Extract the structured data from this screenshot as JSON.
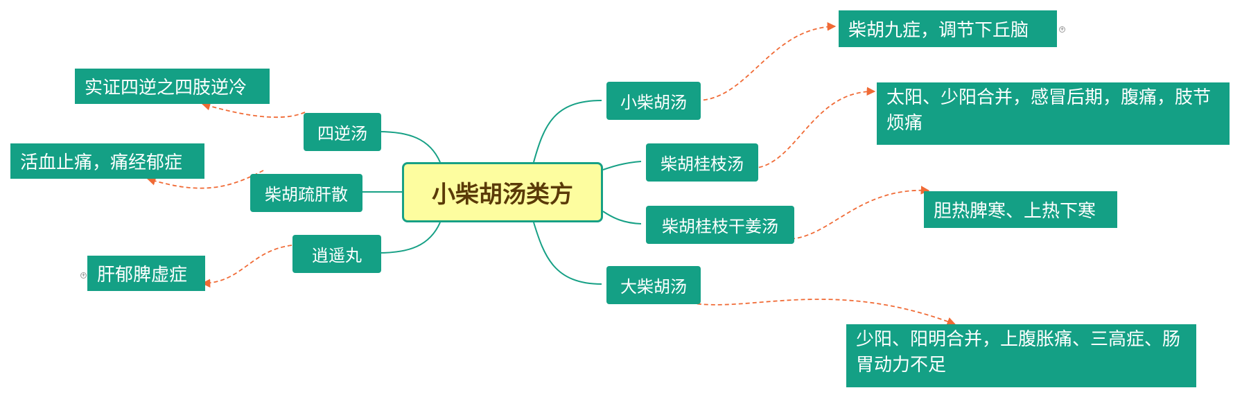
{
  "center": {
    "label": "小柴胡汤类方"
  },
  "branches": [
    {
      "label": "小柴胡汤",
      "note": "柴胡九症，调节下丘脑"
    },
    {
      "label": "柴胡桂枝汤",
      "note": "太阳、少阳合并，感冒后期，腹痛，肢节烦痛"
    },
    {
      "label": "柴胡桂枝干姜汤",
      "note": "胆热脾寒、上热下寒"
    },
    {
      "label": "大柴胡汤",
      "note": "少阳、阳明合并，上腹胀痛、三高症、肠胃动力不足"
    },
    {
      "label": "四逆汤",
      "note": "实证四逆之四肢逆冷"
    },
    {
      "label": "柴胡疏肝散",
      "note": "活血止痛，痛经郁症"
    },
    {
      "label": "逍遥丸",
      "note": "肝郁脾虚症"
    }
  ],
  "colors": {
    "node": "#14a085",
    "line": "#16a085",
    "relation": "#f06a35",
    "center_fill": "#fdfd9f",
    "center_text": "#5a3a08"
  }
}
